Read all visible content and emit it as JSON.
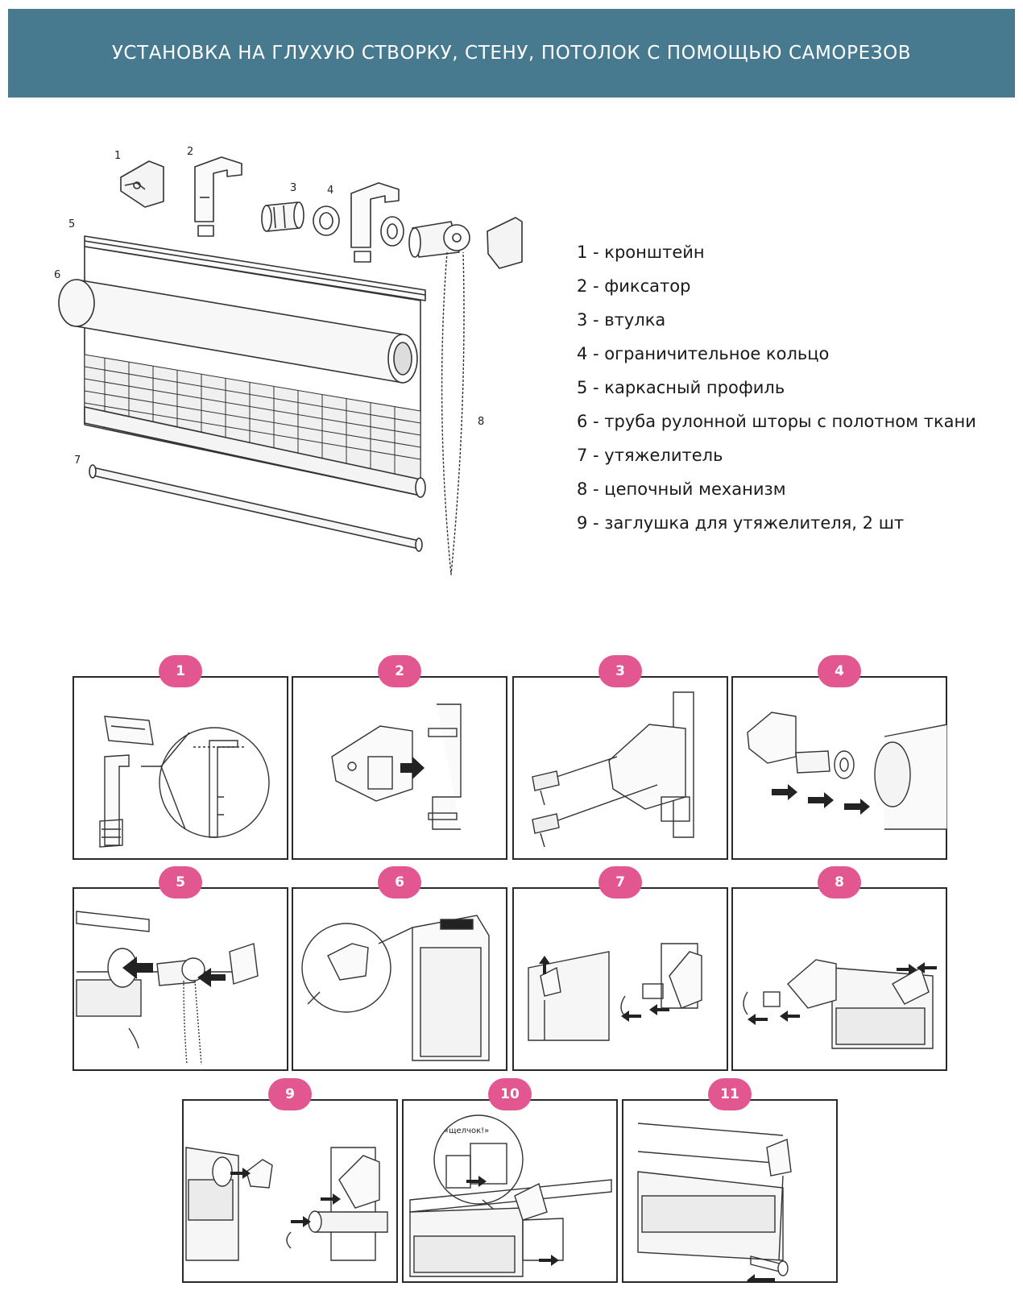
{
  "header": {
    "title": "УСТАНОВКА НА ГЛУХУЮ СТВОРКУ, СТЕНУ, ПОТОЛОК С ПОМОЩЬЮ САМОРЕЗОВ",
    "background": "#487a8f"
  },
  "diagram": {
    "callouts": [
      "1",
      "2",
      "3",
      "4",
      "5",
      "6",
      "7",
      "8"
    ]
  },
  "legend": [
    "1 - кронштейн",
    "2 - фиксатор",
    "3 - втулка",
    "4 - ограничительное кольцо",
    "5 - каркасный профиль",
    "6 - труба рулонной шторы с полотном ткани",
    "7 - утяжелитель",
    "8 - цепочный механизм",
    "9 - заглушка для утяжелителя, 2 шт"
  ],
  "steps": [
    {
      "number": "1"
    },
    {
      "number": "2"
    },
    {
      "number": "3"
    },
    {
      "number": "4"
    },
    {
      "number": "5"
    },
    {
      "number": "6"
    },
    {
      "number": "7"
    },
    {
      "number": "8"
    },
    {
      "number": "9"
    },
    {
      "number": "10",
      "note": "«щелчок!»"
    },
    {
      "number": "11"
    }
  ],
  "colors": {
    "badge": "#e2578f",
    "line": "#2a2a2a"
  }
}
